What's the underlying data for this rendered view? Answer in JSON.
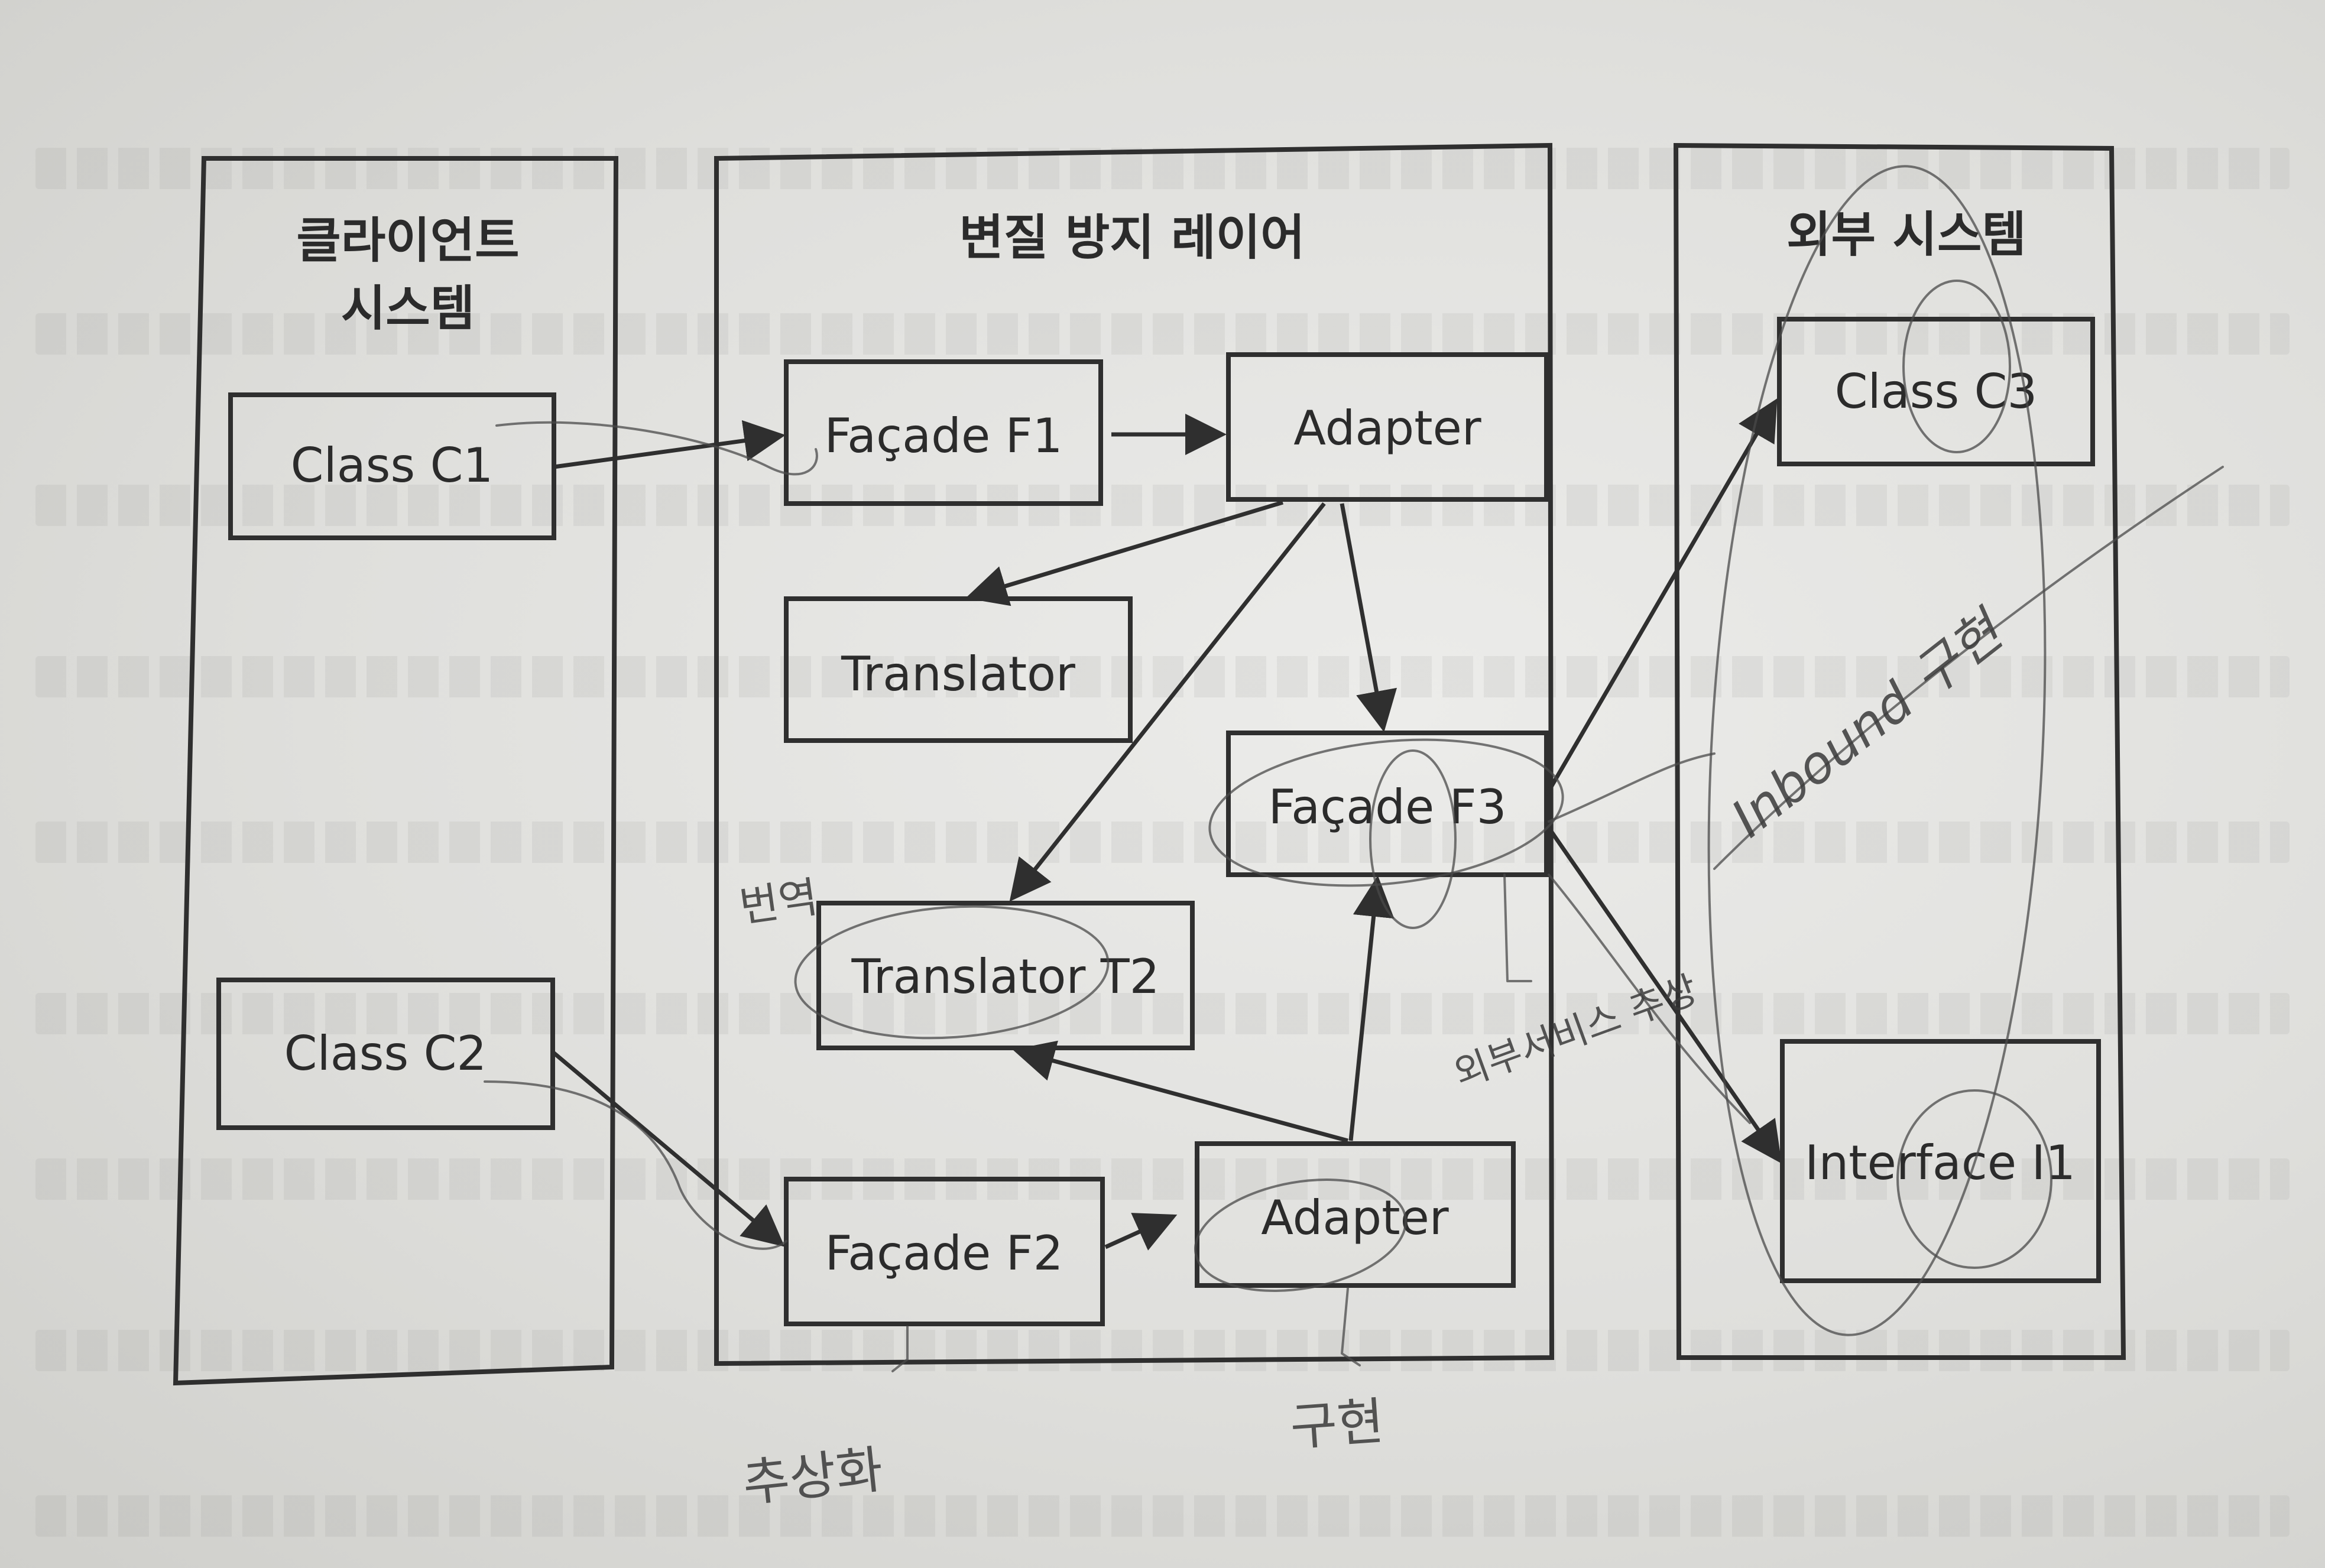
{
  "groups": {
    "client": {
      "title_line1": "클라이언트",
      "title_line2": "시스템"
    },
    "acl": {
      "title": "변질 방지 레이어"
    },
    "external": {
      "title": "외부 시스템"
    }
  },
  "nodes": {
    "class_c1": "Class C1",
    "class_c2": "Class C2",
    "facade_f1": "Façade F1",
    "adapter_top": "Adapter",
    "translator": "Translator",
    "facade_f3": "Façade F3",
    "translator_t2": "Translator T2",
    "facade_f2": "Façade F2",
    "adapter_bottom": "Adapter",
    "class_c3": "Class C3",
    "interface_i1": "Interface I1"
  },
  "handwriting": {
    "translate_note": "번역",
    "external_service_note": "외부서비스 추상",
    "inbound_note": "Inbound 구현",
    "abstraction_note": "추상화",
    "implementation_note": "구현"
  }
}
